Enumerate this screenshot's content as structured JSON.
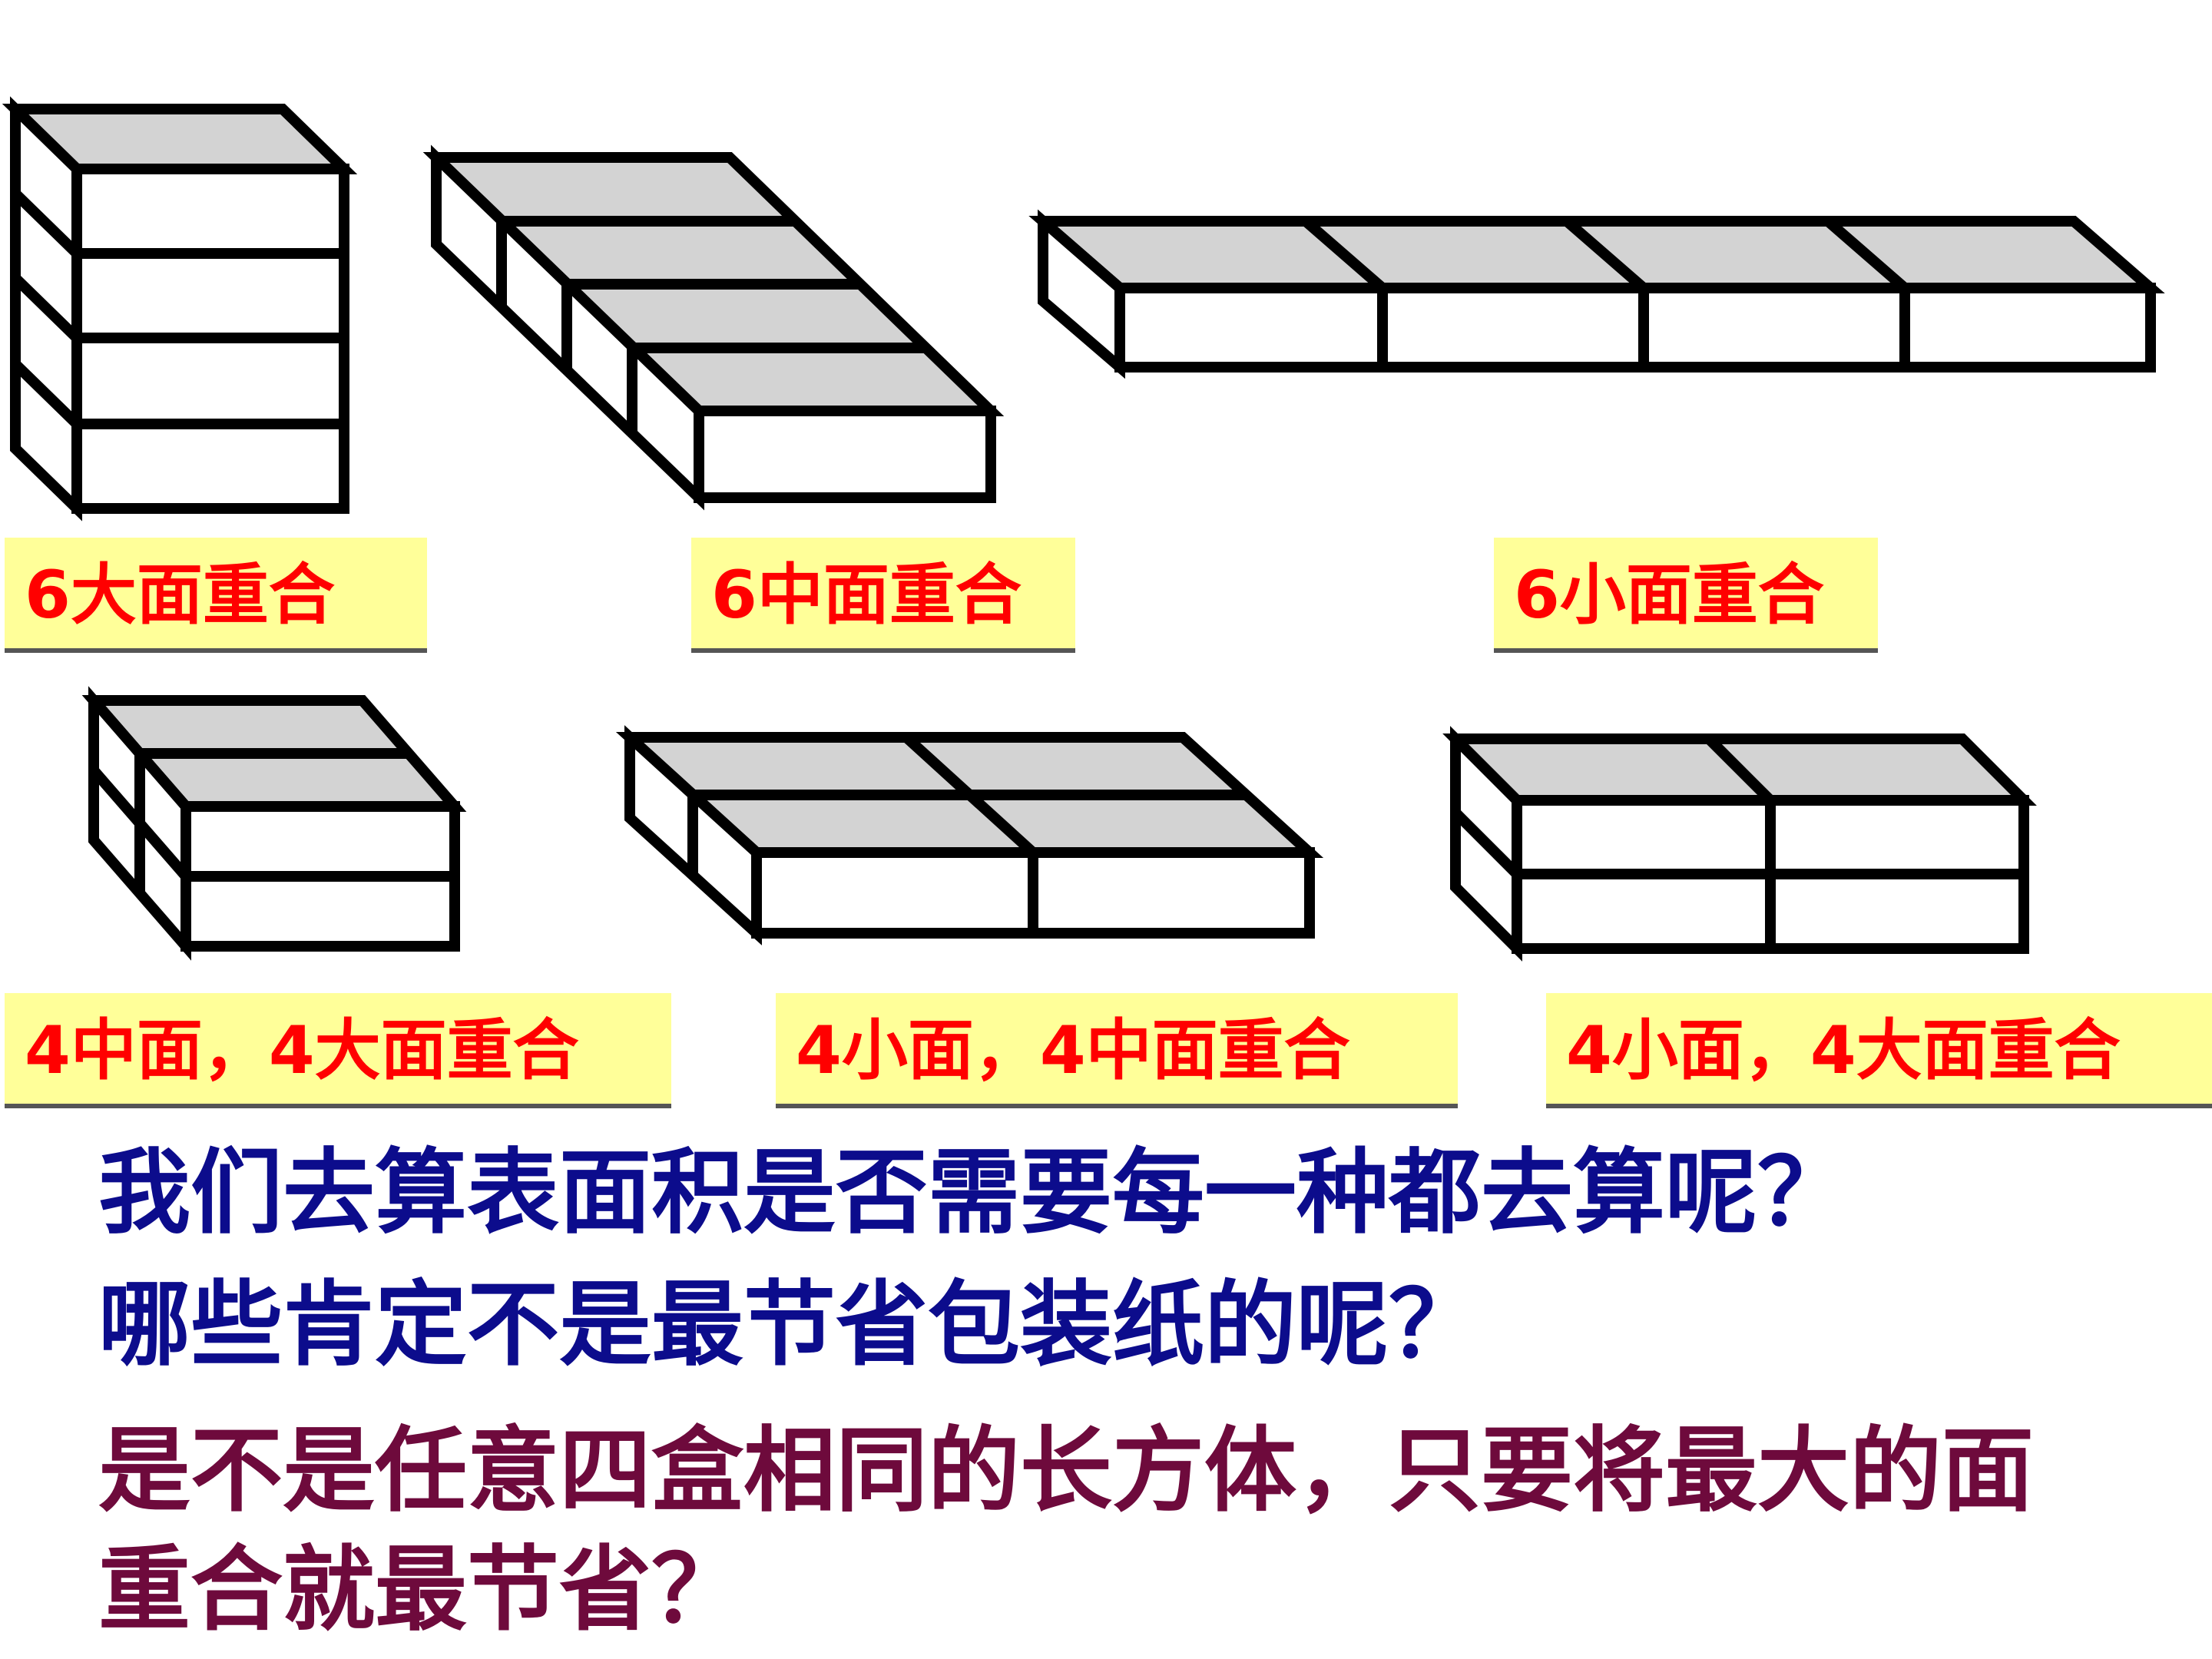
{
  "labels": {
    "row1": [
      "6大面重合",
      "6中面重合",
      "6小面重合"
    ],
    "row2": [
      "4中面，4大面重合",
      "4小面，4中面重合",
      "4小面，4大面重合"
    ]
  },
  "questions": {
    "q1": "我们去算表面积是否需要每一种都去算呢？",
    "q2": "哪些肯定不是最节省包装纸的呢？",
    "q3_line1": "是不是任意四盒相同的长方体，只要将最大的面",
    "q3_line2": "重合就最节省？"
  },
  "colors": {
    "label_bg": "#ffff99",
    "label_text": "#ff0000",
    "question_blue": "#0c0c8c",
    "question_maroon": "#6e0a3c",
    "box_top": "#d3d3d3",
    "box_edge": "#000000"
  }
}
